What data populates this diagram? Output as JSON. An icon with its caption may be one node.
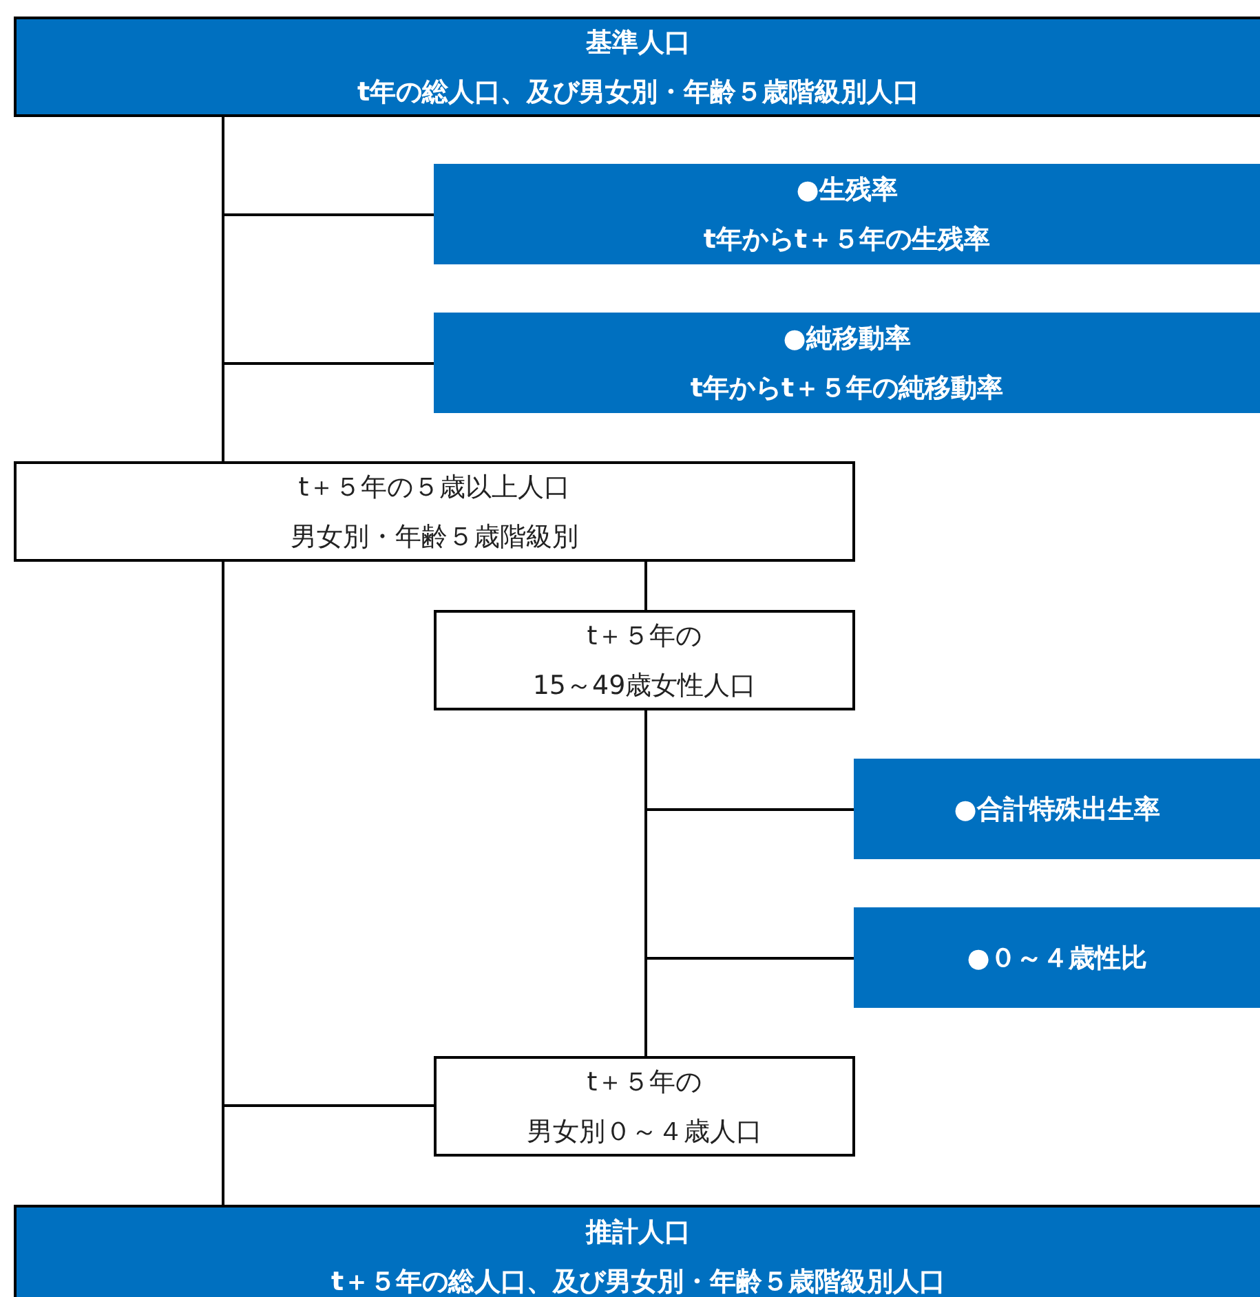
{
  "diagram": {
    "nodes": [
      {
        "text": [
          "基準人口",
          "t年の総人口、及び男女別・年齢５歳階級別人口"
        ]
      },
      {
        "text": [
          "●生残率",
          "t年からt＋５年の生残率"
        ]
      },
      {
        "text": [
          "●純移動率",
          "t年からt＋５年の純移動率"
        ]
      },
      {
        "text": [
          "t＋５年の５歳以上人口",
          "男女別・年齢５歳階級別"
        ]
      },
      {
        "text": [
          "t＋５年の",
          "15～49歳女性人口"
        ]
      },
      {
        "text": [
          "●合計特殊出生率"
        ]
      },
      {
        "text": [
          "●０～４歳性比"
        ]
      },
      {
        "text": [
          "t＋５年の",
          "男女別０～４歳人口"
        ]
      },
      {
        "text": [
          "推計人口",
          "t＋５年の総人口、及び男女別・年齢５歳階級別人口"
        ]
      }
    ],
    "edges": [
      {
        "from": 0,
        "to": 1,
        "arrow": "none"
      },
      {
        "from": 0,
        "to": 2,
        "arrow": "none"
      },
      {
        "from": 0,
        "to": 3,
        "arrow": "none"
      },
      {
        "from": 3,
        "to": 4,
        "arrow": "none"
      },
      {
        "from": 4,
        "to": 5,
        "arrow": "none"
      },
      {
        "from": 4,
        "to": 6,
        "arrow": "none"
      },
      {
        "from": 4,
        "to": 7,
        "arrow": "none"
      },
      {
        "from": 3,
        "to": 7,
        "arrow": "none"
      },
      {
        "from": 3,
        "to": 8,
        "arrow": "none"
      }
    ]
  }
}
